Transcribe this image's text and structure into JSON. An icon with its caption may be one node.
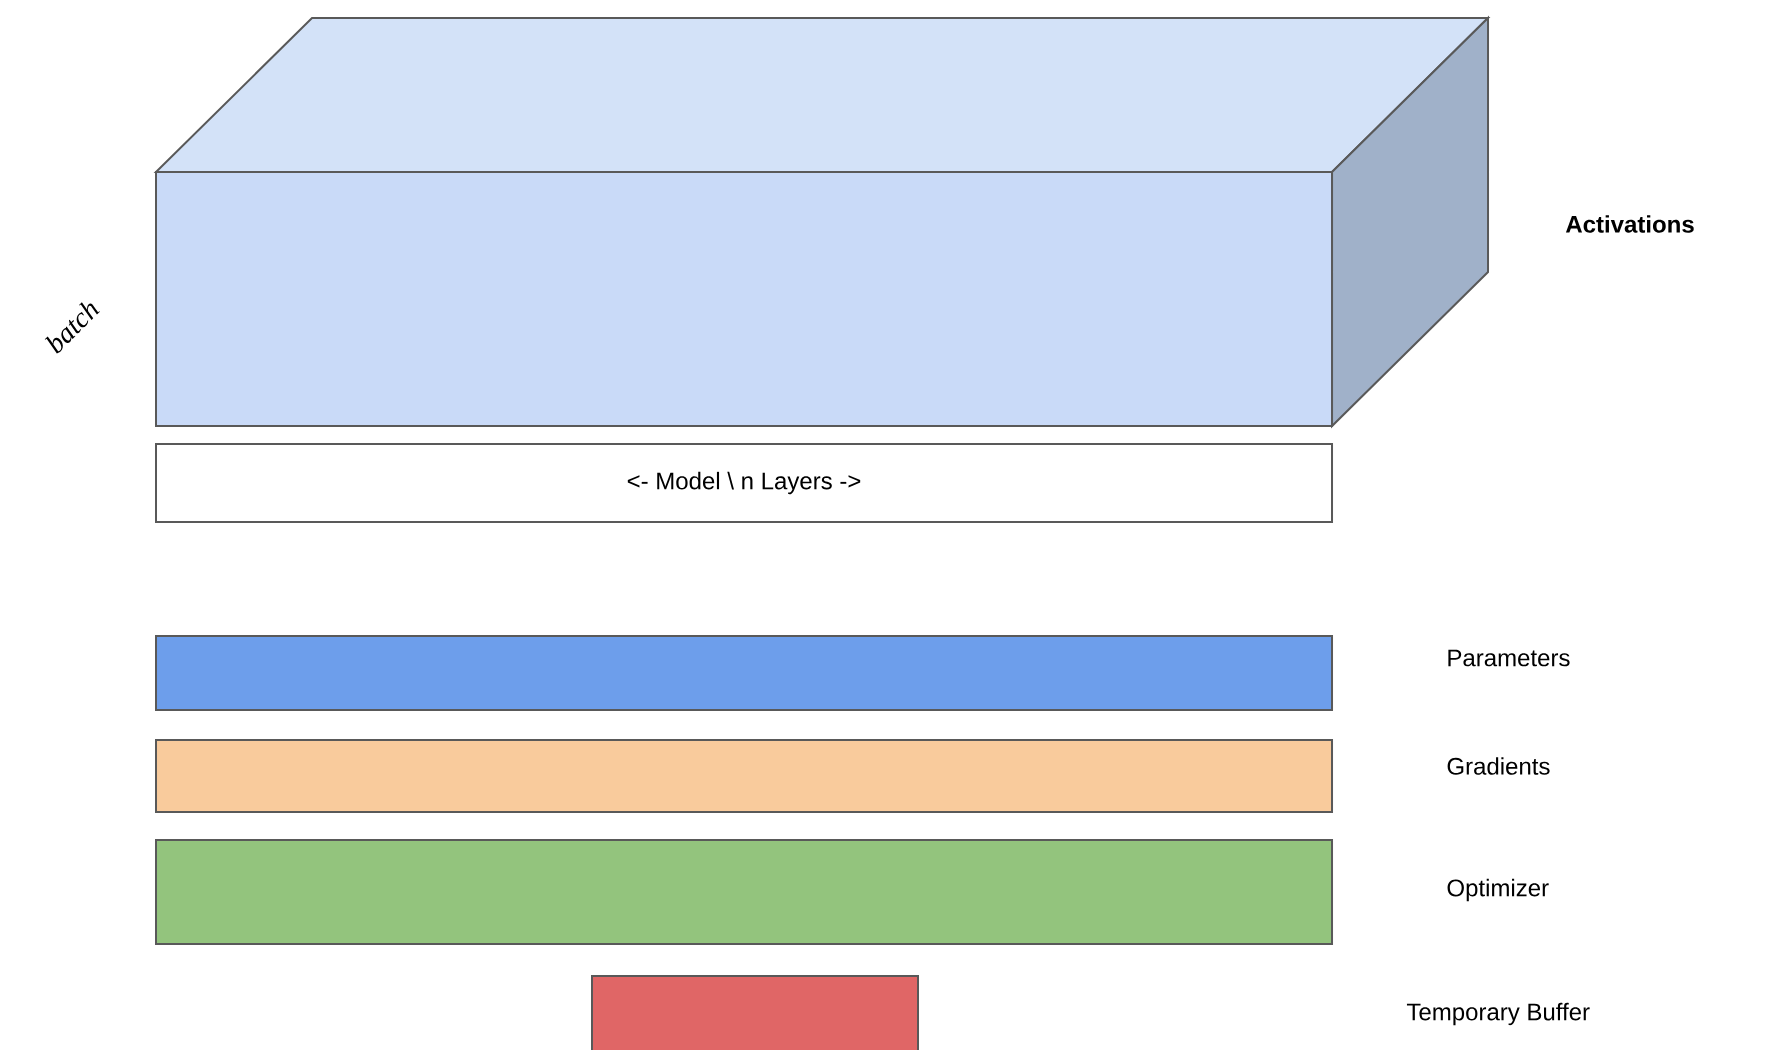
{
  "diagram": {
    "nodes": [
      {
        "text": [],
        "shape": "box",
        "beside": [
          "Activations"
        ]
      },
      {
        "text": [
          "<- Model \\ n Layers ->"
        ]
      },
      {
        "text": [],
        "shape": "bar"
      },
      {
        "text": [],
        "shape": "bar"
      },
      {
        "text": [],
        "shape": "bar"
      },
      {
        "text": [],
        "shape": "bar"
      }
    ],
    "labels": [
      "batch",
      "Parameters",
      "Gradients",
      "Optimizer",
      "Temporary Buffer"
    ]
  }
}
